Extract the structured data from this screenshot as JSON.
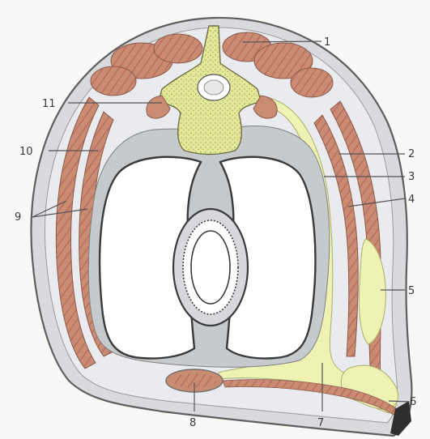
{
  "labels": {
    "l1": "1",
    "l2": "2",
    "l3": "3",
    "l4": "4",
    "l5": "5",
    "l6": "6",
    "l7": "7",
    "l8": "8",
    "l9": "9",
    "l10": "10",
    "l11": "11"
  },
  "colors": {
    "skin_outline": "#6b6b6b",
    "fascia_gray": "#d6d8dc",
    "muscle": "#c98b72",
    "muscle_dark": "#b8685a",
    "fat_yellow": "#eef3b4",
    "bone": "#e6eaa0",
    "bone_spongy": "#b9c25a",
    "cavity": "#ffffff",
    "leader": "#555555"
  }
}
